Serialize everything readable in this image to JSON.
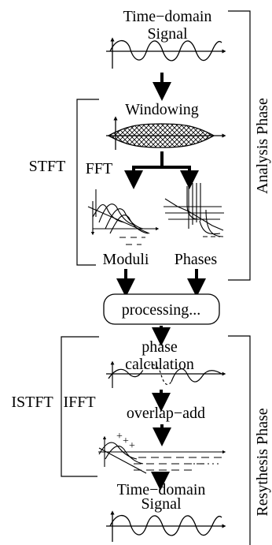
{
  "top_signal": {
    "line1": "Time−domain",
    "line2": "Signal"
  },
  "windowing_label": "Windowing",
  "fft_label": "FFT",
  "stft_label": "STFT",
  "moduli_label": "Moduli",
  "phases_label": "Phases",
  "analysis_phase_label": "Analysis Phase",
  "processing_label": "processing...",
  "phase_calc": {
    "line1": "phase",
    "line2": "calculation"
  },
  "ifft_label": "IFFT",
  "istft_label": "ISTFT",
  "overlap_add_label": "overlap−add",
  "plus_glyph": "+",
  "bottom_signal": {
    "line1": "Time−domain",
    "line2": "Signal"
  },
  "resythesis_phase_label": "Resythesis Phase"
}
